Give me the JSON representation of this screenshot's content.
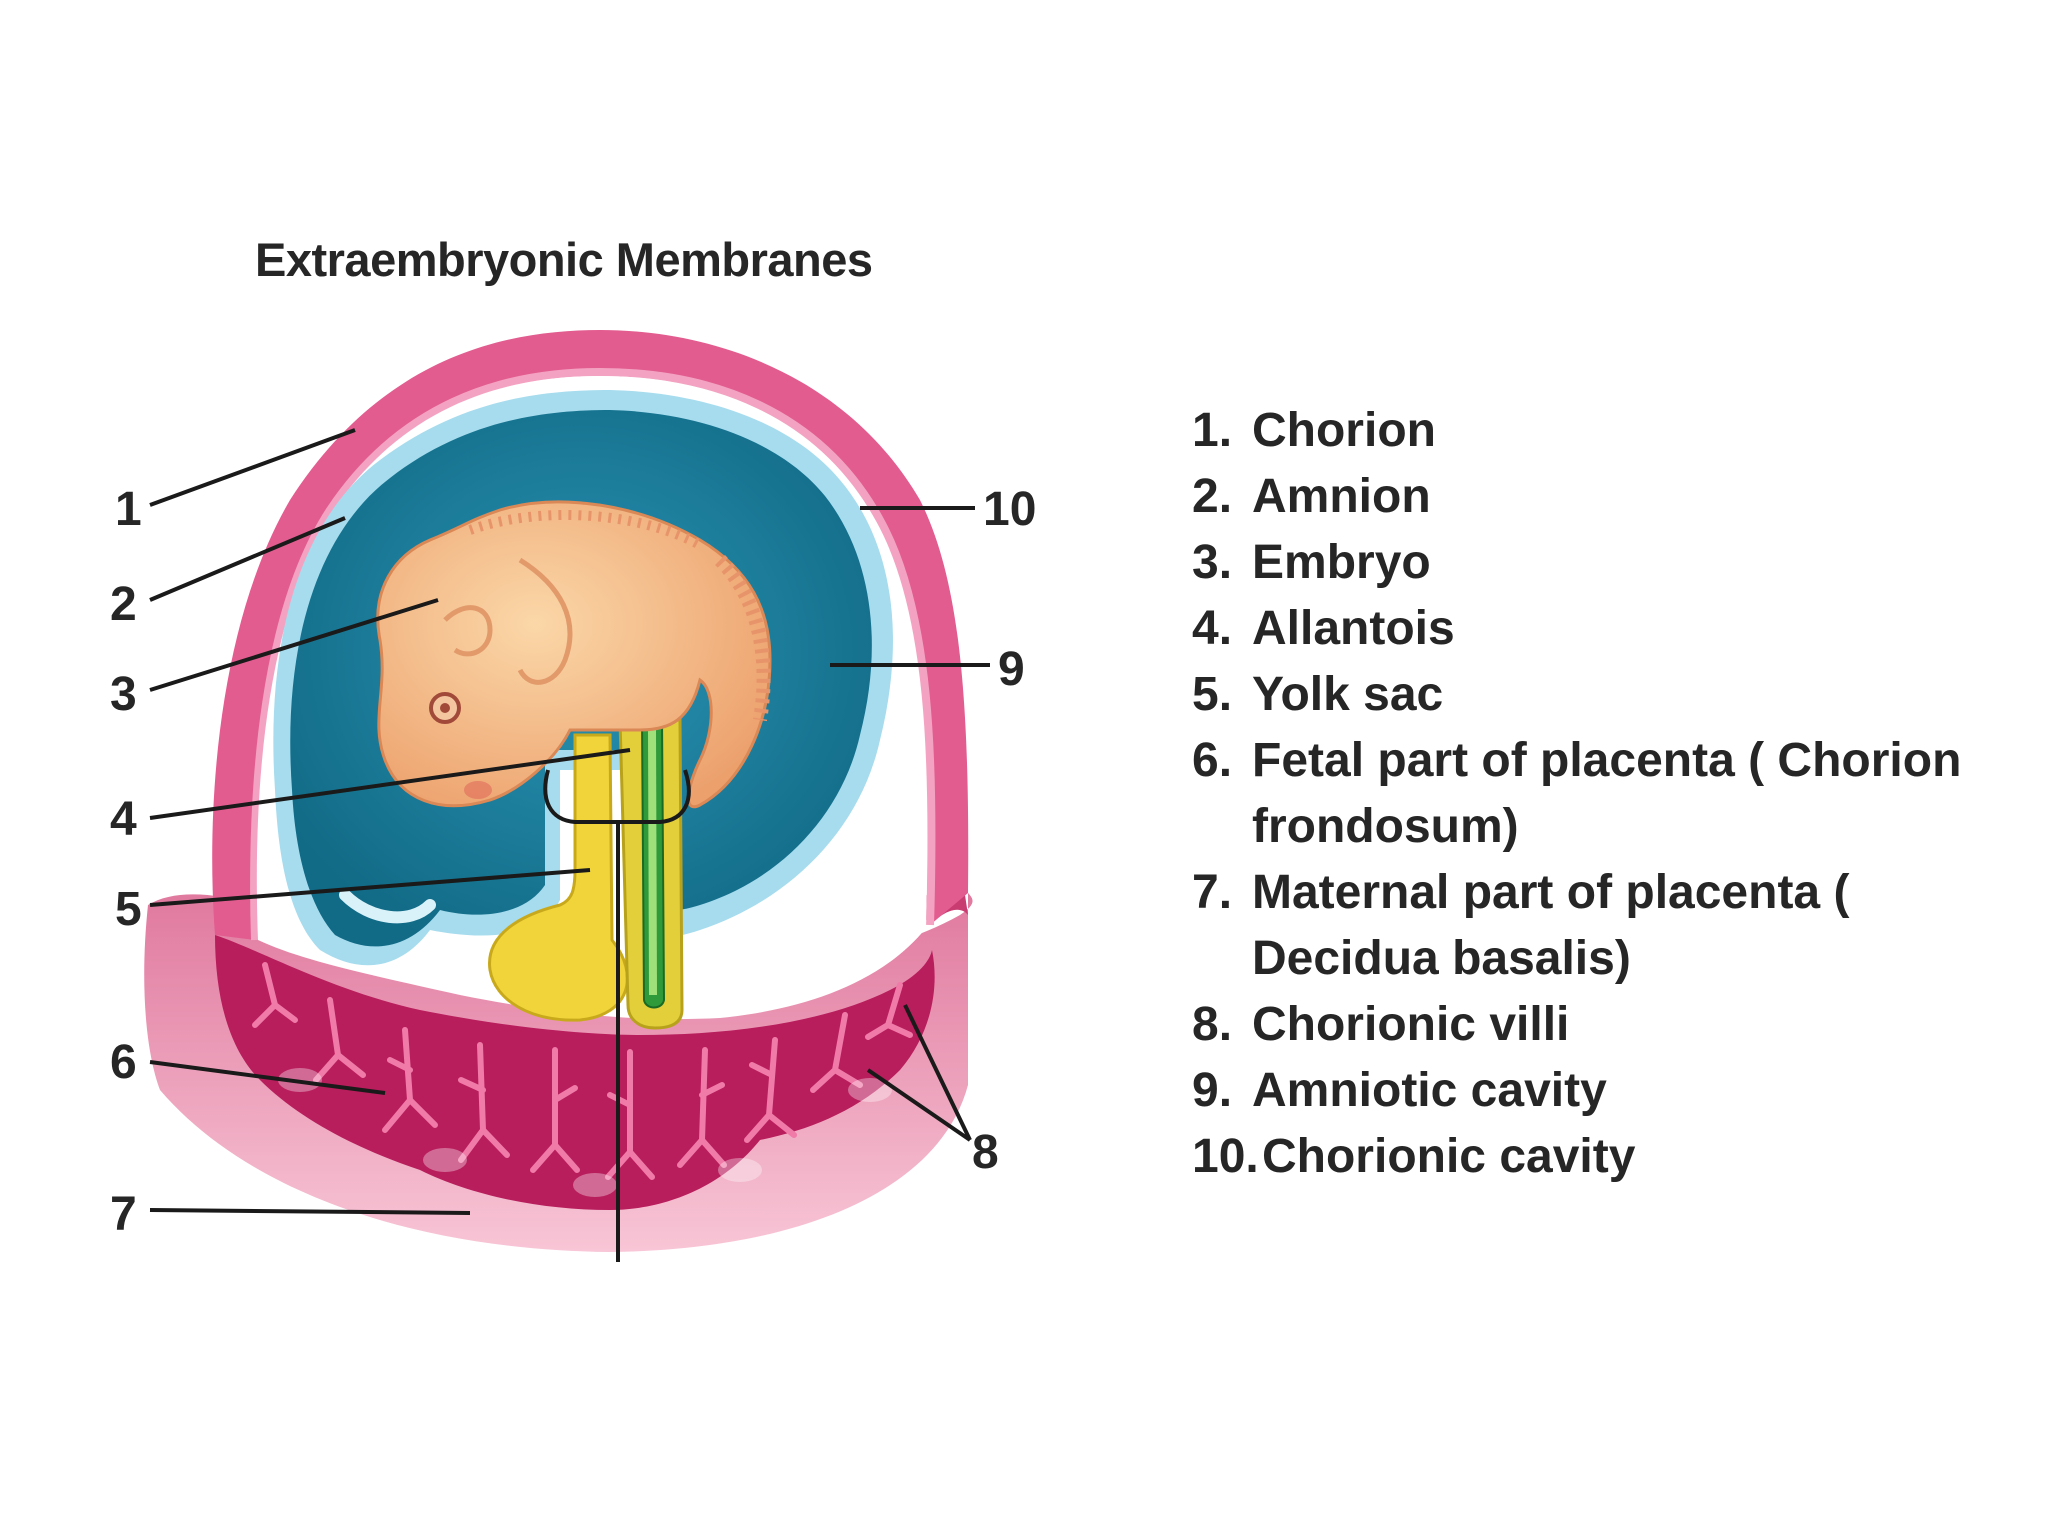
{
  "title": "Extraembryonic Membranes",
  "diagram_numbers": [
    "1",
    "2",
    "3",
    "4",
    "5",
    "6",
    "7",
    "8",
    "9",
    "10"
  ],
  "legend": [
    {
      "num": "1.",
      "text": "Chorion"
    },
    {
      "num": "2.",
      "text": "Amnion"
    },
    {
      "num": "3.",
      "text": "Embryo"
    },
    {
      "num": "4.",
      "text": "Allantois"
    },
    {
      "num": "5.",
      "text": "Yolk sac"
    },
    {
      "num": "6.",
      "text": "Fetal part of placenta ( Chorion frondosum)"
    },
    {
      "num": "7.",
      "text": "Maternal part of placenta ( Decidua basalis)"
    },
    {
      "num": "8.",
      "text": "Chorionic villi"
    },
    {
      "num": "9.",
      "text": "Amniotic cavity"
    },
    {
      "num": "10.",
      "text": "Chorionic cavity"
    }
  ],
  "colors": {
    "chorion": "#d24a7a",
    "amnion": "#9fd8ea",
    "amniotic_cavity": "#1f87a6",
    "embryo": "#f5c08a",
    "yolk_sac": "#f0d43a",
    "allantois": "#2f9a3a",
    "placenta": "#b81d5c",
    "decidua": "#f3b3c8"
  }
}
